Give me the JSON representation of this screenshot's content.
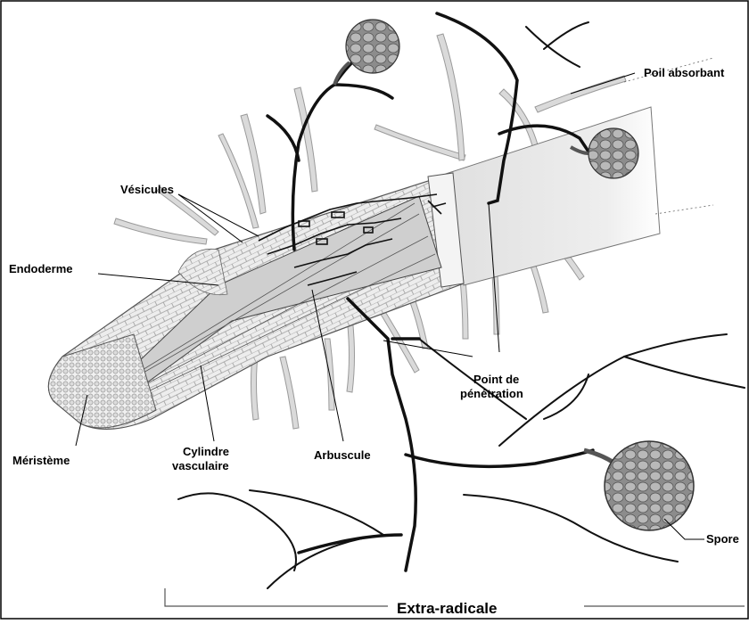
{
  "labels": {
    "vesicules": "Vésicules",
    "endoderme": "Endoderme",
    "meristeme": "Méristème",
    "cylindre_line1": "Cylindre",
    "cylindre_line2": "vasculaire",
    "arbuscule": "Arbuscule",
    "point_line1": "Point de",
    "point_line2": "pénétration",
    "poil": "Poil absorbant",
    "spore": "Spore",
    "extra": "Extra-radicale"
  },
  "colors": {
    "background": "#ffffff",
    "root_fill": "#e6e6e6",
    "root_cut": "#f2f2f2",
    "hair": "#d7d7d7",
    "hyphae": "#111111",
    "spore_fill": "#9a9a9a"
  }
}
